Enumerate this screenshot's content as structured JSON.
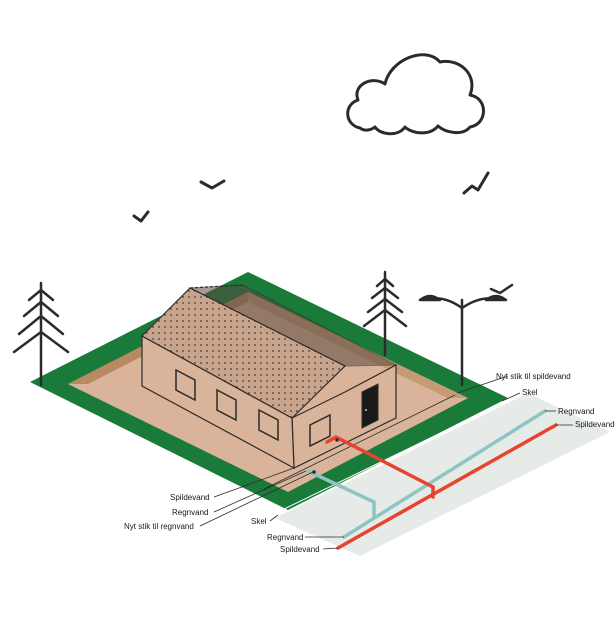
{
  "labels": {
    "nyt_stik_spildevand": "Nyt stik til spildevand",
    "skel_right": "Skel",
    "regnvand_right": "Regnvand",
    "spildevand_right": "Spildevand",
    "spildevand_left": "Spildevand",
    "regnvand_left": "Regnvand",
    "nyt_stik_regnvand": "Nyt stik til regnvand",
    "skel_left": "Skel",
    "regnvand_bottom": "Regnvand",
    "spildevand_bottom": "Spildevand"
  },
  "colors": {
    "grass": "#1a7a3a",
    "soil": "#d9b49a",
    "soil_dark": "#b98a62",
    "roof": "#c9a48c",
    "road": "#e6ebe8",
    "rain_pipe": "#8ec5c3",
    "waste_pipe": "#e8432e",
    "line": "#2b2b2b"
  }
}
